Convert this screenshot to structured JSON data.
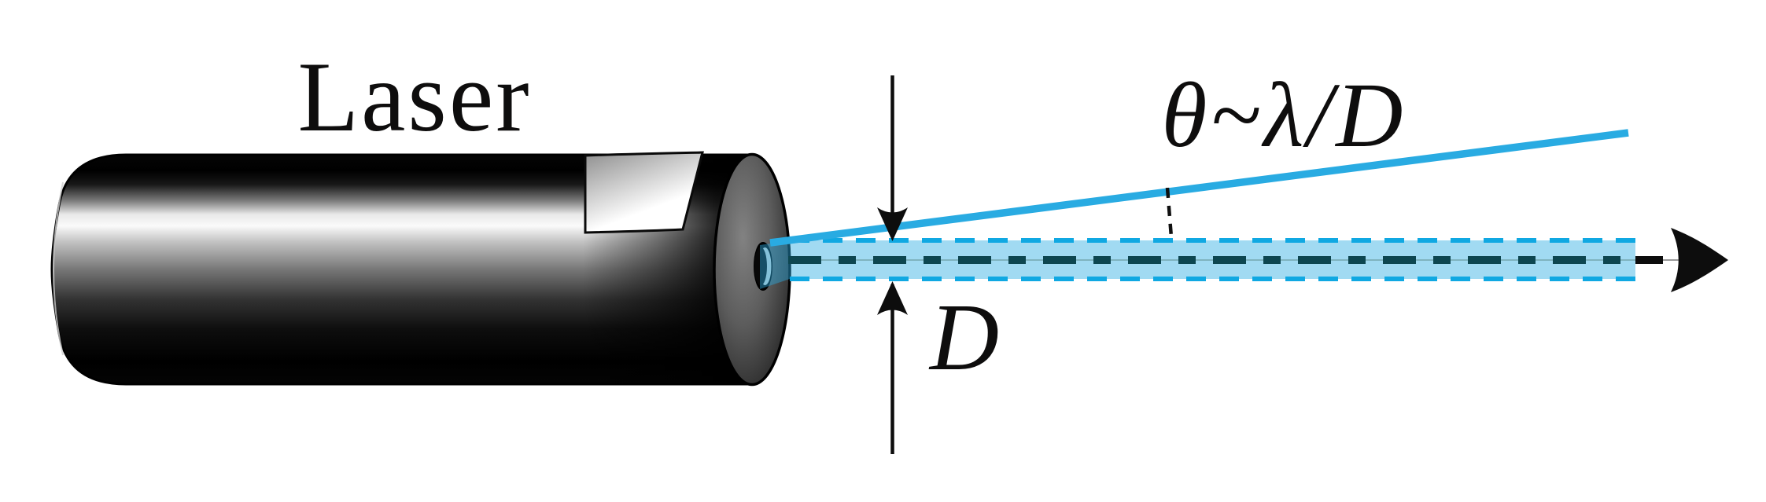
{
  "diagram": {
    "background": "#ffffff",
    "labels": {
      "device": "Laser",
      "aperture_diameter": "D",
      "divergence_angle": "θ~λ/D"
    },
    "colors": {
      "ink": "#0d0d0d",
      "beam_fill": "rgba(41,171,226,0.44)",
      "beam_edge_dash": "#10a8e2",
      "divergence_line": "#29abe2",
      "axis_dash": "#0d4650",
      "hairline_inner": "#7fb3bf",
      "hairline_outer": "#9a9a9a"
    }
  }
}
